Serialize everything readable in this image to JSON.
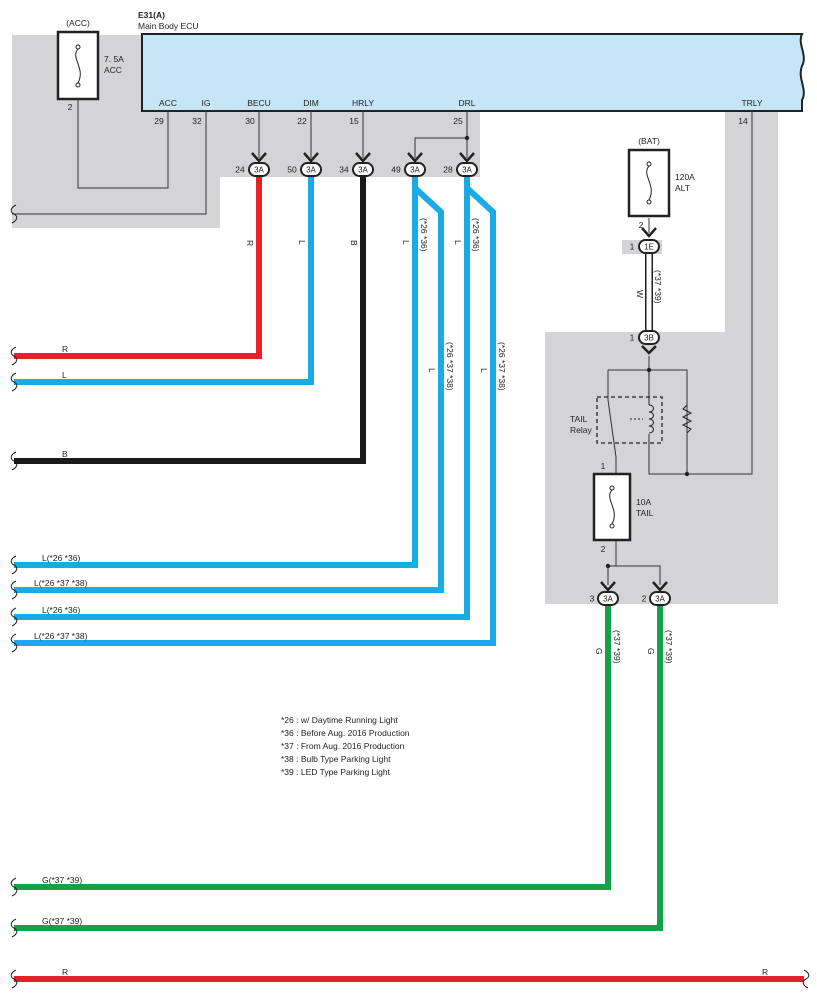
{
  "ecu": {
    "code": "E31(A)",
    "name": "Main Body ECU",
    "pins": [
      {
        "label": "ACC",
        "num": "29"
      },
      {
        "label": "IG",
        "num": "32"
      },
      {
        "label": "BECU",
        "num": "30"
      },
      {
        "label": "DIM",
        "num": "22"
      },
      {
        "label": "HRLY",
        "num": "15"
      },
      {
        "label": "DRL",
        "num": "25"
      },
      {
        "label": "TRLY",
        "num": "14"
      }
    ]
  },
  "fuses": {
    "acc": {
      "group": "(ACC)",
      "rating": "7. 5A",
      "name": "ACC",
      "pin": "2"
    },
    "alt": {
      "group": "(BAT)",
      "rating": "120A",
      "name": "ALT",
      "pin": "2"
    },
    "tail": {
      "rating": "10A",
      "name": "TAIL",
      "pin_top": "1",
      "pin_bottom": "2"
    }
  },
  "relay": {
    "line1": "TAIL",
    "line2": "Relay"
  },
  "connectors": [
    {
      "pin": "24",
      "code": "3A"
    },
    {
      "pin": "50",
      "code": "3A"
    },
    {
      "pin": "34",
      "code": "3A"
    },
    {
      "pin": "49",
      "code": "3A"
    },
    {
      "pin": "28",
      "code": "3A"
    },
    {
      "pin": "1",
      "code": "1E"
    },
    {
      "pin": "1",
      "code": "3B"
    },
    {
      "pin": "3",
      "code": "3A"
    },
    {
      "pin": "2",
      "code": "3A"
    }
  ],
  "wire_colors": {
    "R": "#e8202a",
    "L": "#1aaae6",
    "B": "#1a1a1a",
    "W": "#ffffff",
    "G": "#13a24a"
  },
  "vertical_wire_labels": {
    "r": "R",
    "l1": "L",
    "b": "B",
    "l2": "L",
    "l2_note": "(*26 *36)",
    "l3": "L",
    "l3_note": "(*26 *36)",
    "l4": "L",
    "l4_note": "(*26 *37 *38)",
    "l5": "L",
    "l5_note": "(*26 *37 *38)",
    "w": "W",
    "w_note": "(*37 *39)",
    "g1": "G",
    "g1_note": "(*37 *39)",
    "g2": "G",
    "g2_note": "(*37 *39)"
  },
  "wire_labels_left": [
    "R",
    "L",
    "B",
    "L(*26 *36)",
    "L(*26 *37 *38)",
    "L(*26 *36)",
    "L(*26 *37 *38)",
    "G(*37 *39)",
    "G(*37 *39)",
    "R"
  ],
  "wire_label_bottom_right": "R",
  "notes": [
    "*26 : w/ Daytime Running Light",
    "*36 : Before Aug.  2016 Production",
    "*37 : From Aug.  2016 Production",
    "*38 : Bulb Type Parking Light",
    "*39 : LED Type Parking Light"
  ]
}
